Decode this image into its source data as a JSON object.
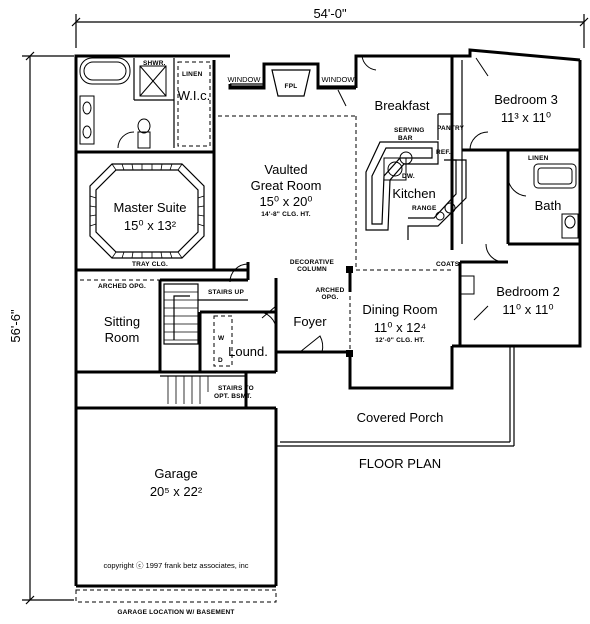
{
  "dimensions": {
    "width": "54'-0\"",
    "depth": "56'-6\""
  },
  "title": "FLOOR PLAN",
  "rooms": {
    "breakfast": {
      "name": "Breakfast"
    },
    "bedroom3": {
      "name": "Bedroom 3",
      "size": "11³ x 11⁰"
    },
    "great_room": {
      "name_line1": "Vaulted",
      "name_line2": "Great Room",
      "size": "15⁰ x 20⁰",
      "note": "14'-8\" CLG. HT."
    },
    "kitchen": {
      "name": "Kitchen"
    },
    "master_suite": {
      "name": "Master Suite",
      "size": "15⁰ x 13²"
    },
    "bath": {
      "name": "Bath"
    },
    "bedroom2": {
      "name": "Bedroom 2",
      "size": "11⁰ x 11⁰"
    },
    "sitting_room": {
      "name_line1": "Sitting",
      "name_line2": "Room"
    },
    "foyer": {
      "name": "Foyer"
    },
    "dining_room": {
      "name": "Dining Room",
      "size": "11⁰ x 12⁴",
      "note": "12'-0\" CLG. HT."
    },
    "laundry": {
      "name": "Lound."
    },
    "covered_porch": {
      "name": "Covered Porch"
    },
    "garage": {
      "name": "Garage",
      "size": "20⁵ x 22²"
    },
    "wic": {
      "name": "W.I.c."
    }
  },
  "labels": {
    "window_left": "WINDOW",
    "window_right": "WINDOW",
    "fireplace": "FPL",
    "linen_master": "LINEN",
    "shower": "SHWR.",
    "serving_bar_1": "SERVING",
    "serving_bar_2": "BAR",
    "pantry": "PANTRY",
    "refrigerator": "REF.",
    "dishwasher": "DW.",
    "range": "RANGE",
    "linen_hall": "LINEN",
    "tray_ceiling": "TRAY CLG.",
    "decorative_column_1": "DECORATIVE",
    "decorative_column_2": "COLUMN",
    "coats": "COATS",
    "arched_opening_left": "ARCHED OPG.",
    "arched_opening_foyer_1": "ARCHED",
    "arched_opening_foyer_2": "OPG.",
    "stairs_up": "STAIRS UP",
    "stairs_to_1": "STAIRS TO",
    "stairs_to_2": "OPT. BSMT.",
    "washer": "W",
    "dryer": "D",
    "copyright": "copyright ⓒ 1997 frank betz associates, inc",
    "garage_location": "GARAGE LOCATION W/ BASEMENT"
  }
}
